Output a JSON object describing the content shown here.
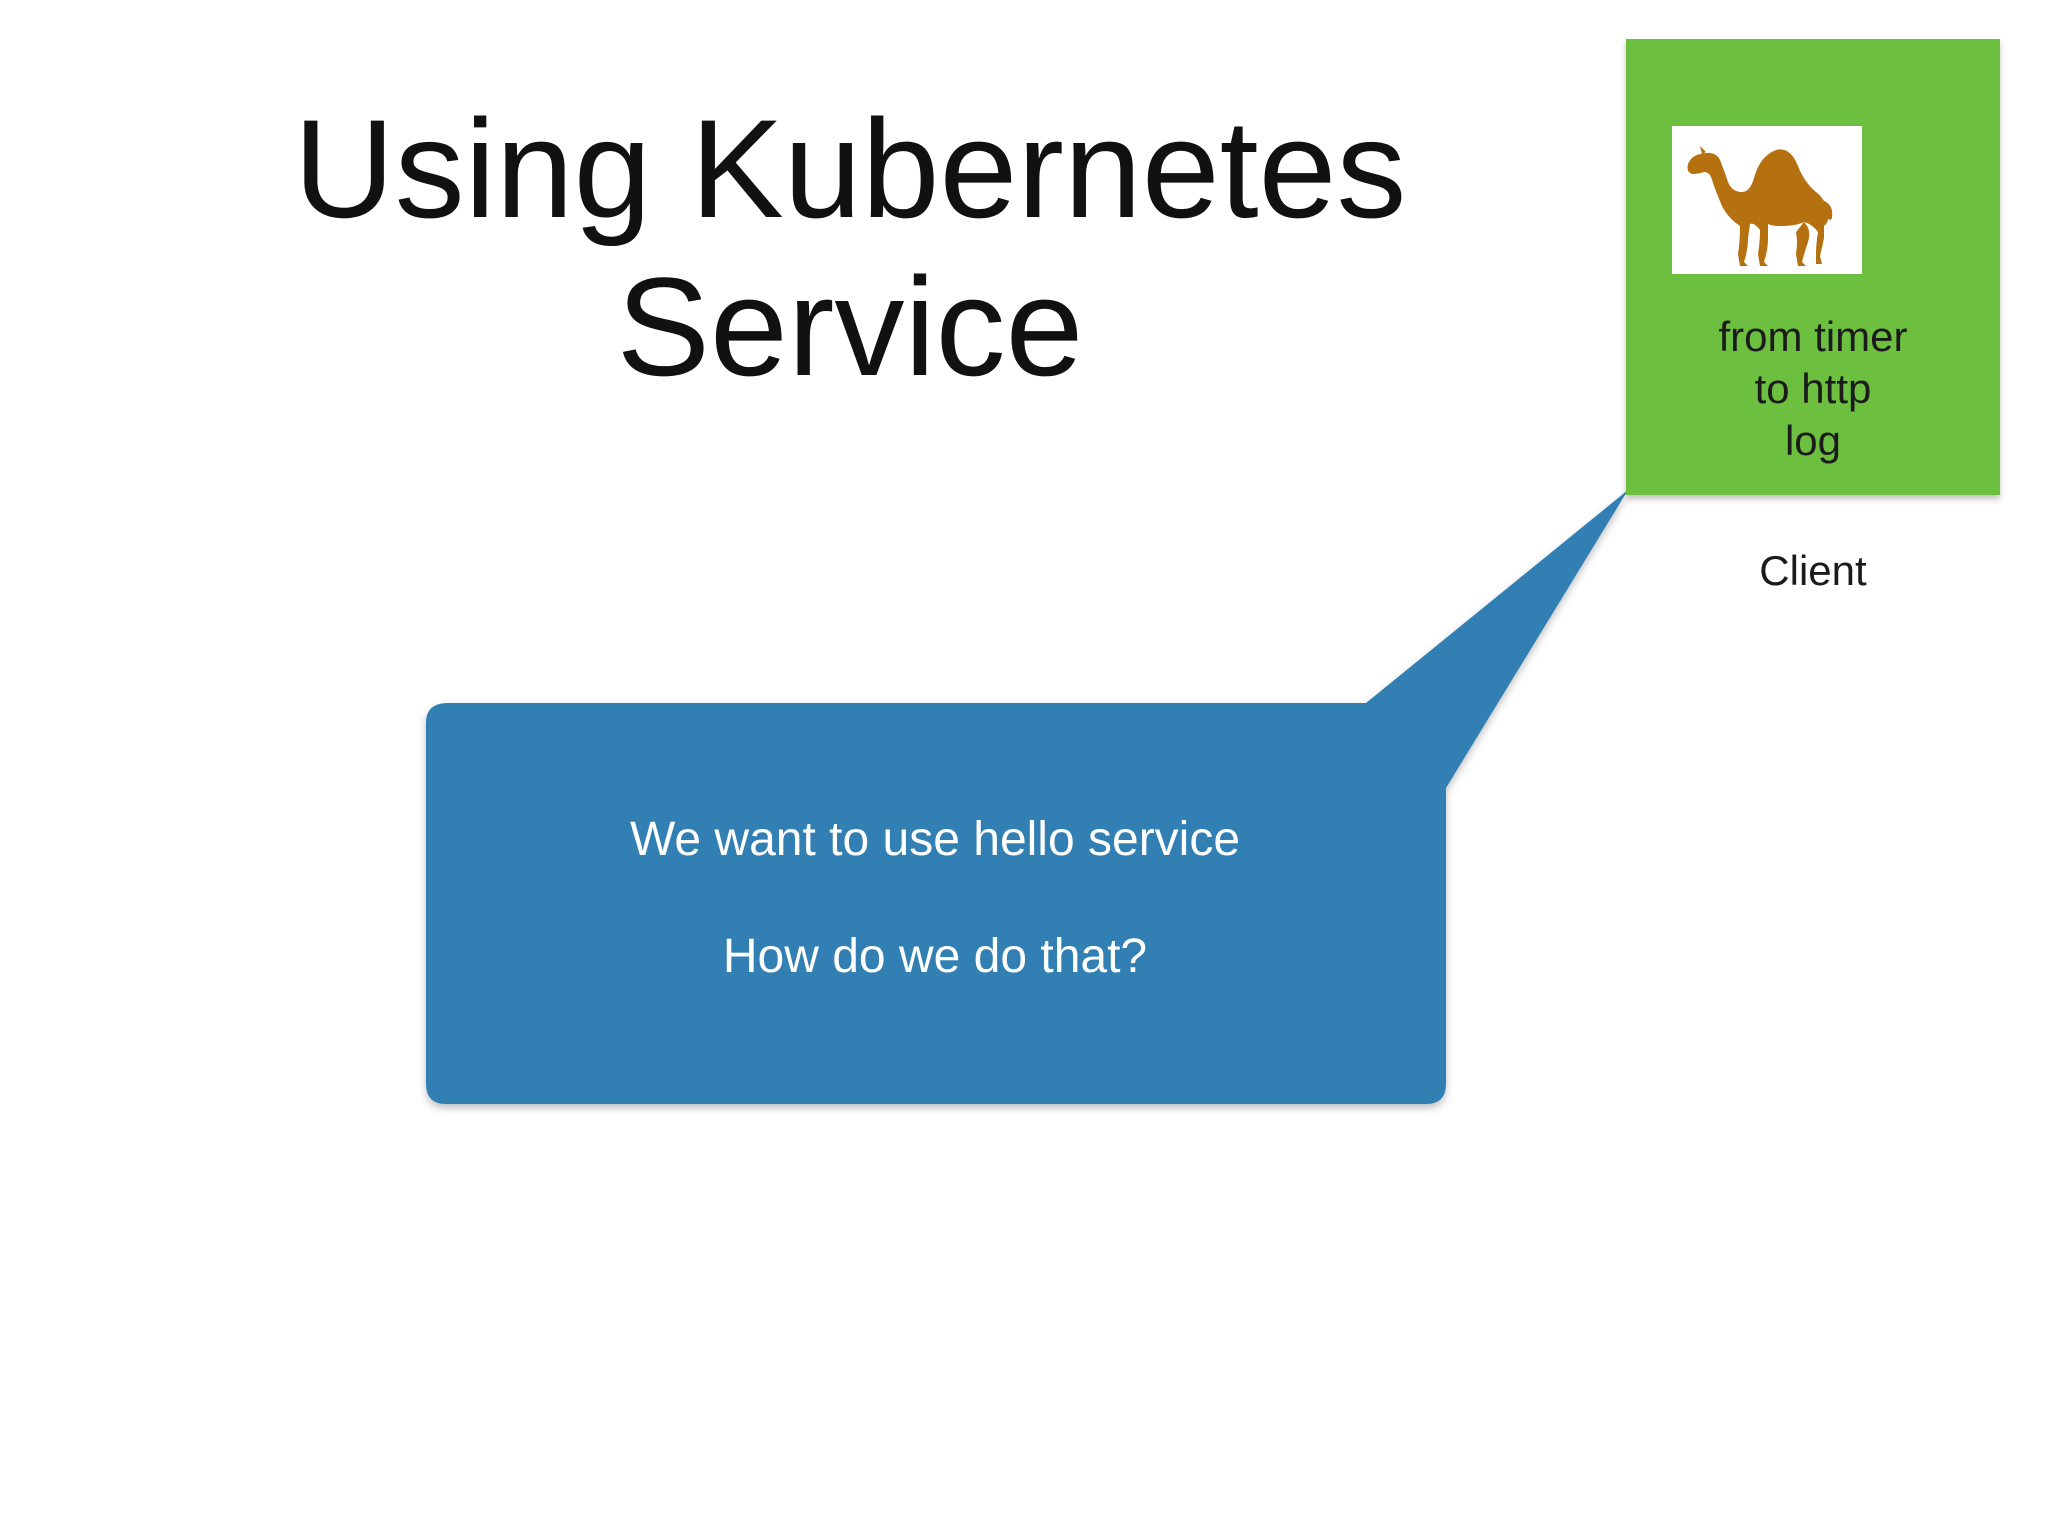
{
  "slide": {
    "title_lines": [
      "Using Kubernetes",
      "Service"
    ]
  },
  "client": {
    "box_color": "#6dbf3f",
    "icon": "camel-icon",
    "icon_color": "#b5700f",
    "route_lines": [
      "from timer",
      "to http",
      "log"
    ],
    "label": "Client"
  },
  "callout": {
    "color": "#317fb3",
    "lines": [
      "We want to use hello service",
      "How do we do that?"
    ]
  }
}
